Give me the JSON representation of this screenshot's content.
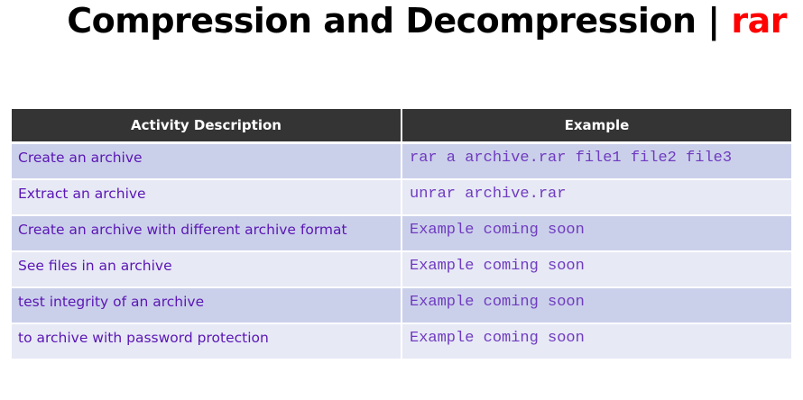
{
  "title": {
    "main": "Compression and Decompression | ",
    "accent": "rar",
    "accent_color": "#ff0000"
  },
  "table": {
    "headers": [
      "Activity Description",
      "Example"
    ],
    "rows": [
      {
        "description": "Create an archive",
        "example": "rar a archive.rar file1 file2 file3"
      },
      {
        "description": "Extract an archive",
        "example": "unrar archive.rar"
      },
      {
        "description": "Create an archive with different archive format",
        "example": "Example coming soon"
      },
      {
        "description": "See files in an archive",
        "example": "Example coming soon"
      },
      {
        "description": "test integrity of an archive",
        "example": "Example coming soon"
      },
      {
        "description": "to archive with password protection",
        "example": "Example coming soon"
      }
    ]
  }
}
